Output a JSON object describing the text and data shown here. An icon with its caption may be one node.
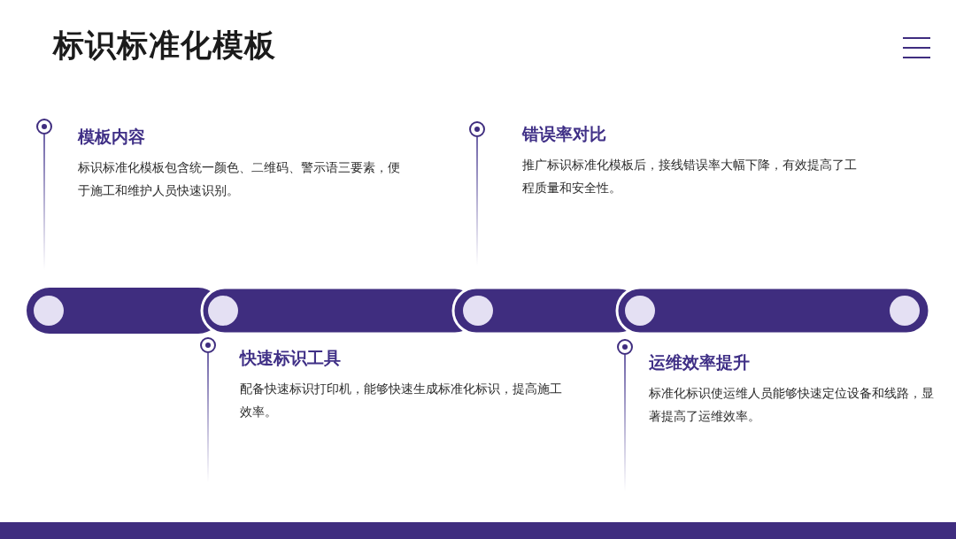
{
  "diagram": {
    "title": "标识标准化模板",
    "nodes": [
      {
        "text": [
          "模板内容",
          "标识标准化模板包含统一颜色、二维码、警示语三要素，便于施工和维护人员快速识别。"
        ]
      },
      {
        "text": [
          "错误率对比",
          "推广标识标准化模板后，接线错误率大幅下降，有效提高了工程质量和安全性。"
        ]
      },
      {
        "text": [
          "快速标识工具",
          "配备快速标识打印机，能够快速生成标准化标识，提高施工效率。"
        ]
      },
      {
        "text": [
          "运维效率提升",
          "标准化标识使运维人员能够快速定位设备和线路，显著提高了运维效率。"
        ]
      }
    ]
  }
}
